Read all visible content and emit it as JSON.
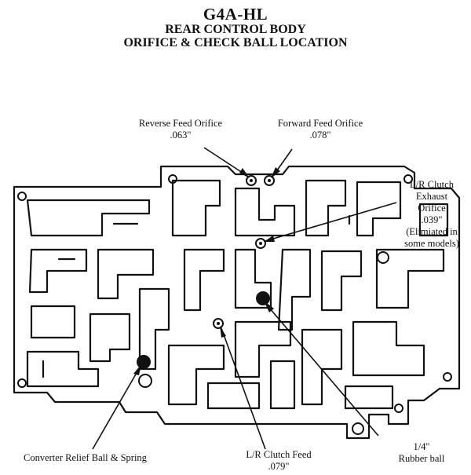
{
  "title": "G4A-HL",
  "subtitle1": "REAR CONTROL BODY",
  "subtitle2": "ORIFICE & CHECK BALL LOCATION",
  "labels": {
    "reverse_feed": {
      "name": "Reverse Feed Orifice",
      "size": ".063\""
    },
    "forward_feed": {
      "name": "Forward Feed Orifice",
      "size": ".078\""
    },
    "lr_exhaust": {
      "line1": "L/R Clutch",
      "line2": "Exhaust",
      "line3": "Orifice",
      "size": ".039\"",
      "note1": "(Elimiated in",
      "note2": "some models)"
    },
    "converter_relief": {
      "name": "Converter Relief Ball & Spring"
    },
    "lr_feed": {
      "name": "L/R Clutch Feed",
      "size": ".079\""
    },
    "rubber_ball": {
      "size": "1/4\"",
      "name": "Rubber ball"
    }
  }
}
